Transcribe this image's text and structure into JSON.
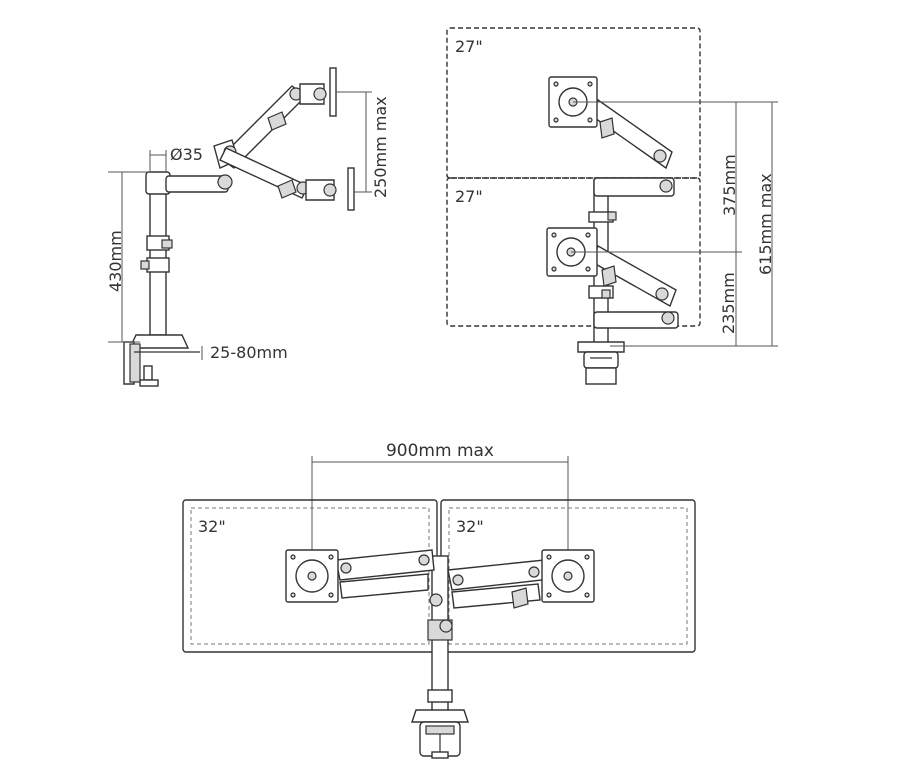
{
  "diagram1": {
    "pole_diameter": "Ø35",
    "height": "430mm",
    "reach": "250mm max",
    "clamp_range": "25-80mm"
  },
  "diagram2": {
    "top_screen_size": "27\"",
    "bottom_screen_size": "27\"",
    "upper_height": "375mm",
    "total_height": "615mm max",
    "lower_height": "235mm"
  },
  "diagram3": {
    "width": "900mm max",
    "left_screen_size": "32\"",
    "right_screen_size": "32\""
  },
  "colors": {
    "line": "#333333",
    "fill_light": "#d9d9d9",
    "background": "#ffffff"
  }
}
